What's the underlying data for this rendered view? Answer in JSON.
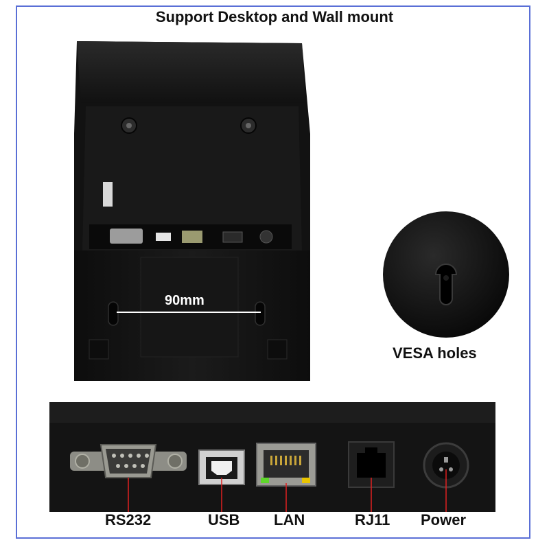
{
  "header": {
    "title": "Support Desktop and Wall mount"
  },
  "printer": {
    "dimension_label": "90mm"
  },
  "vesa": {
    "label": "VESA holes"
  },
  "ports": [
    {
      "id": "rs232",
      "label": "RS232"
    },
    {
      "id": "usb",
      "label": "USB"
    },
    {
      "id": "lan",
      "label": "LAN"
    },
    {
      "id": "rj11",
      "label": "RJ11"
    },
    {
      "id": "power",
      "label": "Power"
    }
  ],
  "colors": {
    "frame_border": "#5a6fd6",
    "device_body": "#141414",
    "lan_led_green": "#5ed62a",
    "lan_led_yellow": "#e8c400"
  }
}
